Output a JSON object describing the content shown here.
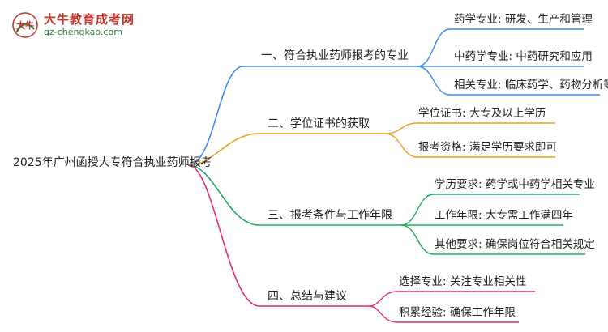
{
  "logo": {
    "title": "大牛教育成考网",
    "url": "gz-chengkao.com",
    "mark_text": "大牛"
  },
  "colors": {
    "branch1": "#3b8ee8",
    "branch2": "#e8a31c",
    "branch3": "#1fae5c",
    "branch4": "#e62a78",
    "logo_red": "#c0392b",
    "logo_green": "#2a7a3a"
  },
  "mindmap": {
    "root": "2025年广州函授大专符合执业药师报考",
    "branches": [
      {
        "label": "一、符合执业药师报考的专业",
        "leaves": [
          "药学专业: 研发、生产和管理",
          "中药学专业: 中药研究和应用",
          "相关专业: 临床药学、药物分析等"
        ]
      },
      {
        "label": "二、学位证书的获取",
        "leaves": [
          "学位证书: 大专及以上学历",
          "报考资格: 满足学历要求即可"
        ]
      },
      {
        "label": "三、报考条件与工作年限",
        "leaves": [
          "学历要求: 药学或中药学相关专业",
          "工作年限: 大专需工作满四年",
          "其他要求: 确保岗位符合相关规定"
        ]
      },
      {
        "label": "四、总结与建议",
        "leaves": [
          "选择专业: 关注专业相关性",
          "积累经验: 确保工作年限"
        ]
      }
    ]
  }
}
